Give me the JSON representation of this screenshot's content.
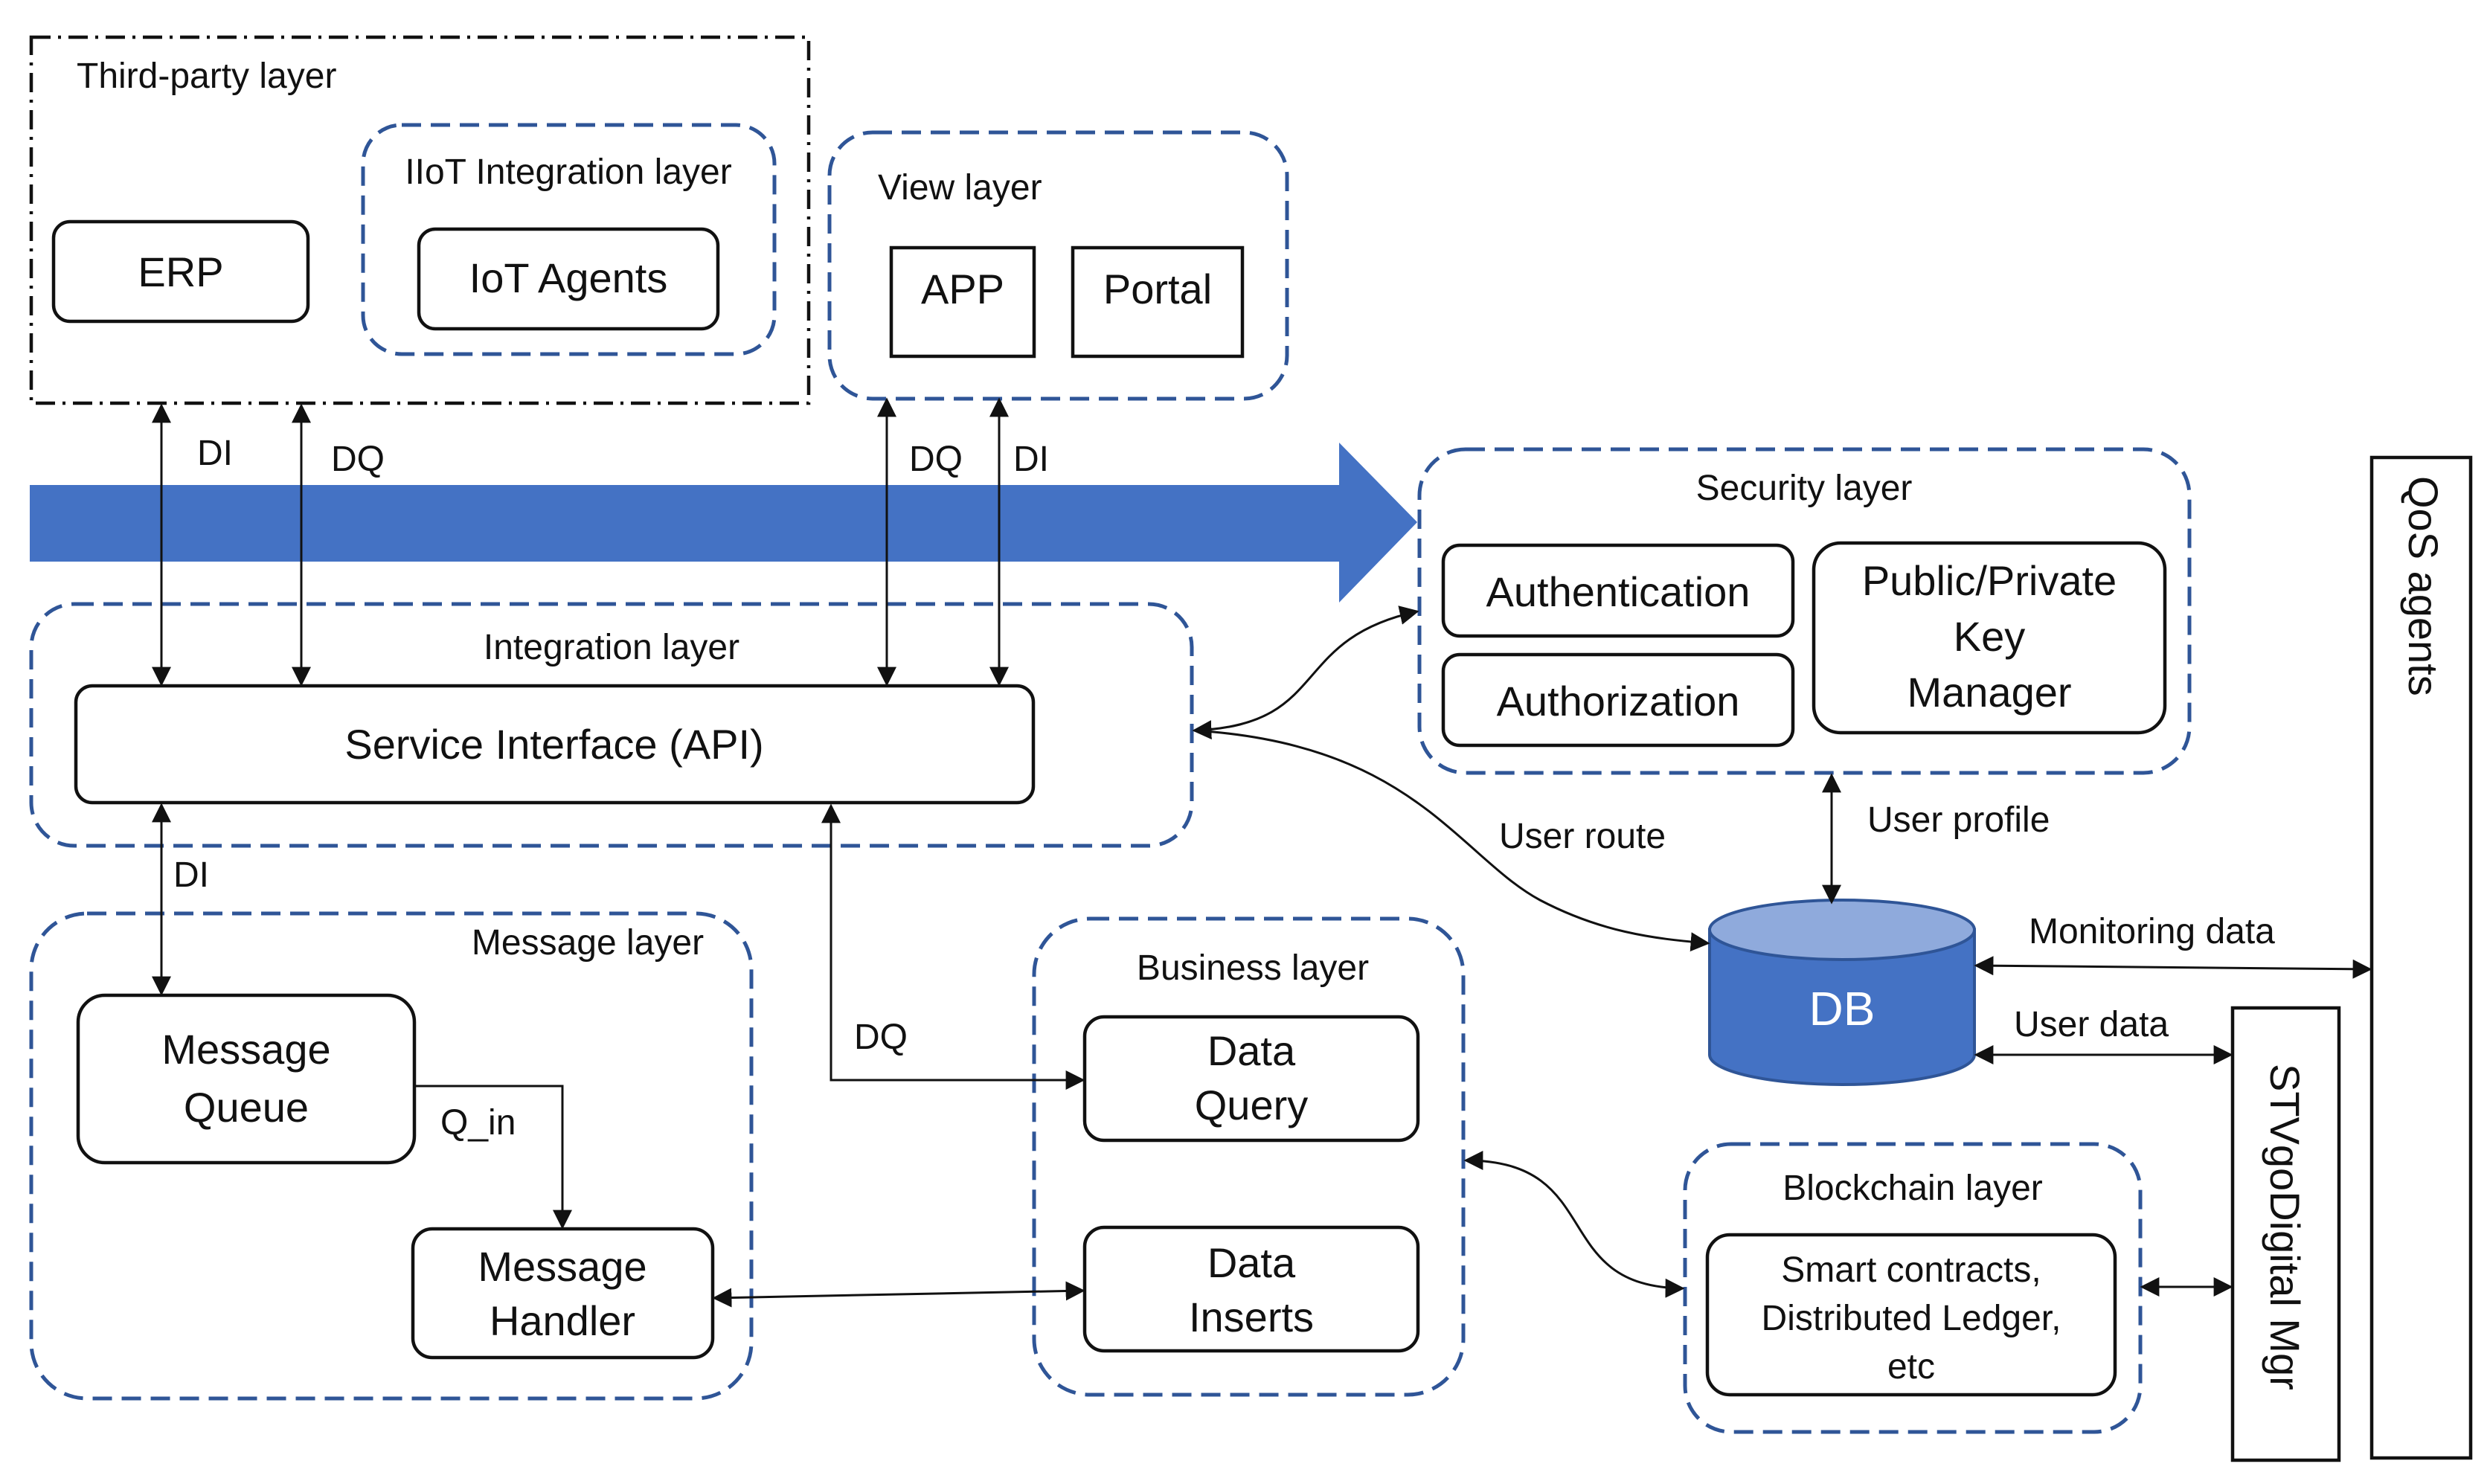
{
  "layers": {
    "third_party": "Third-party layer",
    "iiot": "IIoT Integration layer",
    "view": "View layer",
    "security": "Security layer",
    "integration": "Integration layer",
    "message": "Message layer",
    "business": "Business layer",
    "blockchain": "Blockchain layer"
  },
  "components": {
    "erp": "ERP",
    "iot_agents": "IoT Agents",
    "app": "APP",
    "portal": "Portal",
    "authentication": "Authentication",
    "authorization": "Authorization",
    "key_manager": [
      "Public/Private",
      "Key",
      "Manager"
    ],
    "service_interface": "Service Interface (API)",
    "message_queue": [
      "Message",
      "Queue"
    ],
    "message_handler": [
      "Message",
      "Handler"
    ],
    "data_query": [
      "Data",
      "Query"
    ],
    "data_inserts": [
      "Data",
      "Inserts"
    ],
    "smart_contracts": [
      "Smart contracts,",
      "Distributed Ledger,",
      "etc"
    ],
    "db": "DB",
    "qos_agents": "QoS agents",
    "stvgo_mgr": "STVgoDigital Mgr"
  },
  "edges": {
    "di_erp": "DI",
    "dq_iiot": "DQ",
    "dq_app": "DQ",
    "di_portal": "DI",
    "di_message": "DI",
    "dq_business": "DQ",
    "q_in": "Q_in",
    "user_route": "User route",
    "user_profile": "User profile",
    "monitoring_data": "Monitoring data",
    "user_data": "User data"
  },
  "colors": {
    "layer_border": "#2f5597",
    "main_arrow": "#4472c4",
    "db_fill": "#4472c4",
    "db_top": "#8faadc"
  }
}
